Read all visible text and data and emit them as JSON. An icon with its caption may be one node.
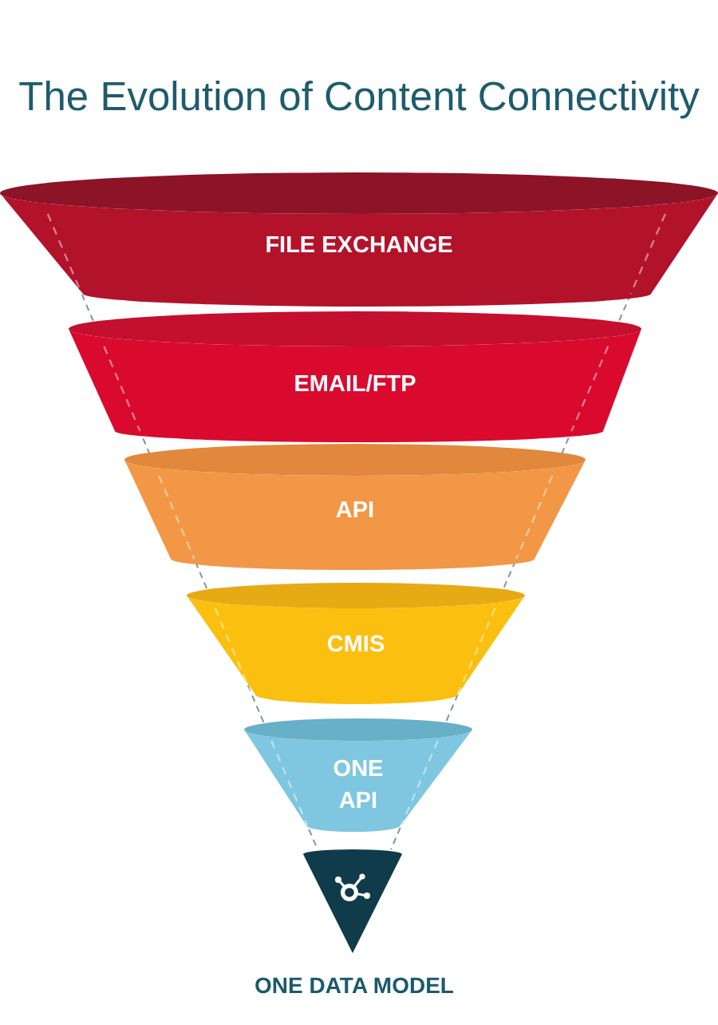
{
  "diagram": {
    "title": "The Evolution of Content Connectivity",
    "nodes": [
      {
        "text": [
          "FILE EXCHANGE"
        ]
      },
      {
        "text": [
          "EMAIL/FTP"
        ]
      },
      {
        "text": [
          "API"
        ]
      },
      {
        "text": [
          "CMIS"
        ]
      },
      {
        "text": [
          "ONE API"
        ]
      },
      {
        "text": [],
        "shape": "triangle",
        "beside": [
          "ONE DATA MODEL"
        ]
      }
    ]
  }
}
